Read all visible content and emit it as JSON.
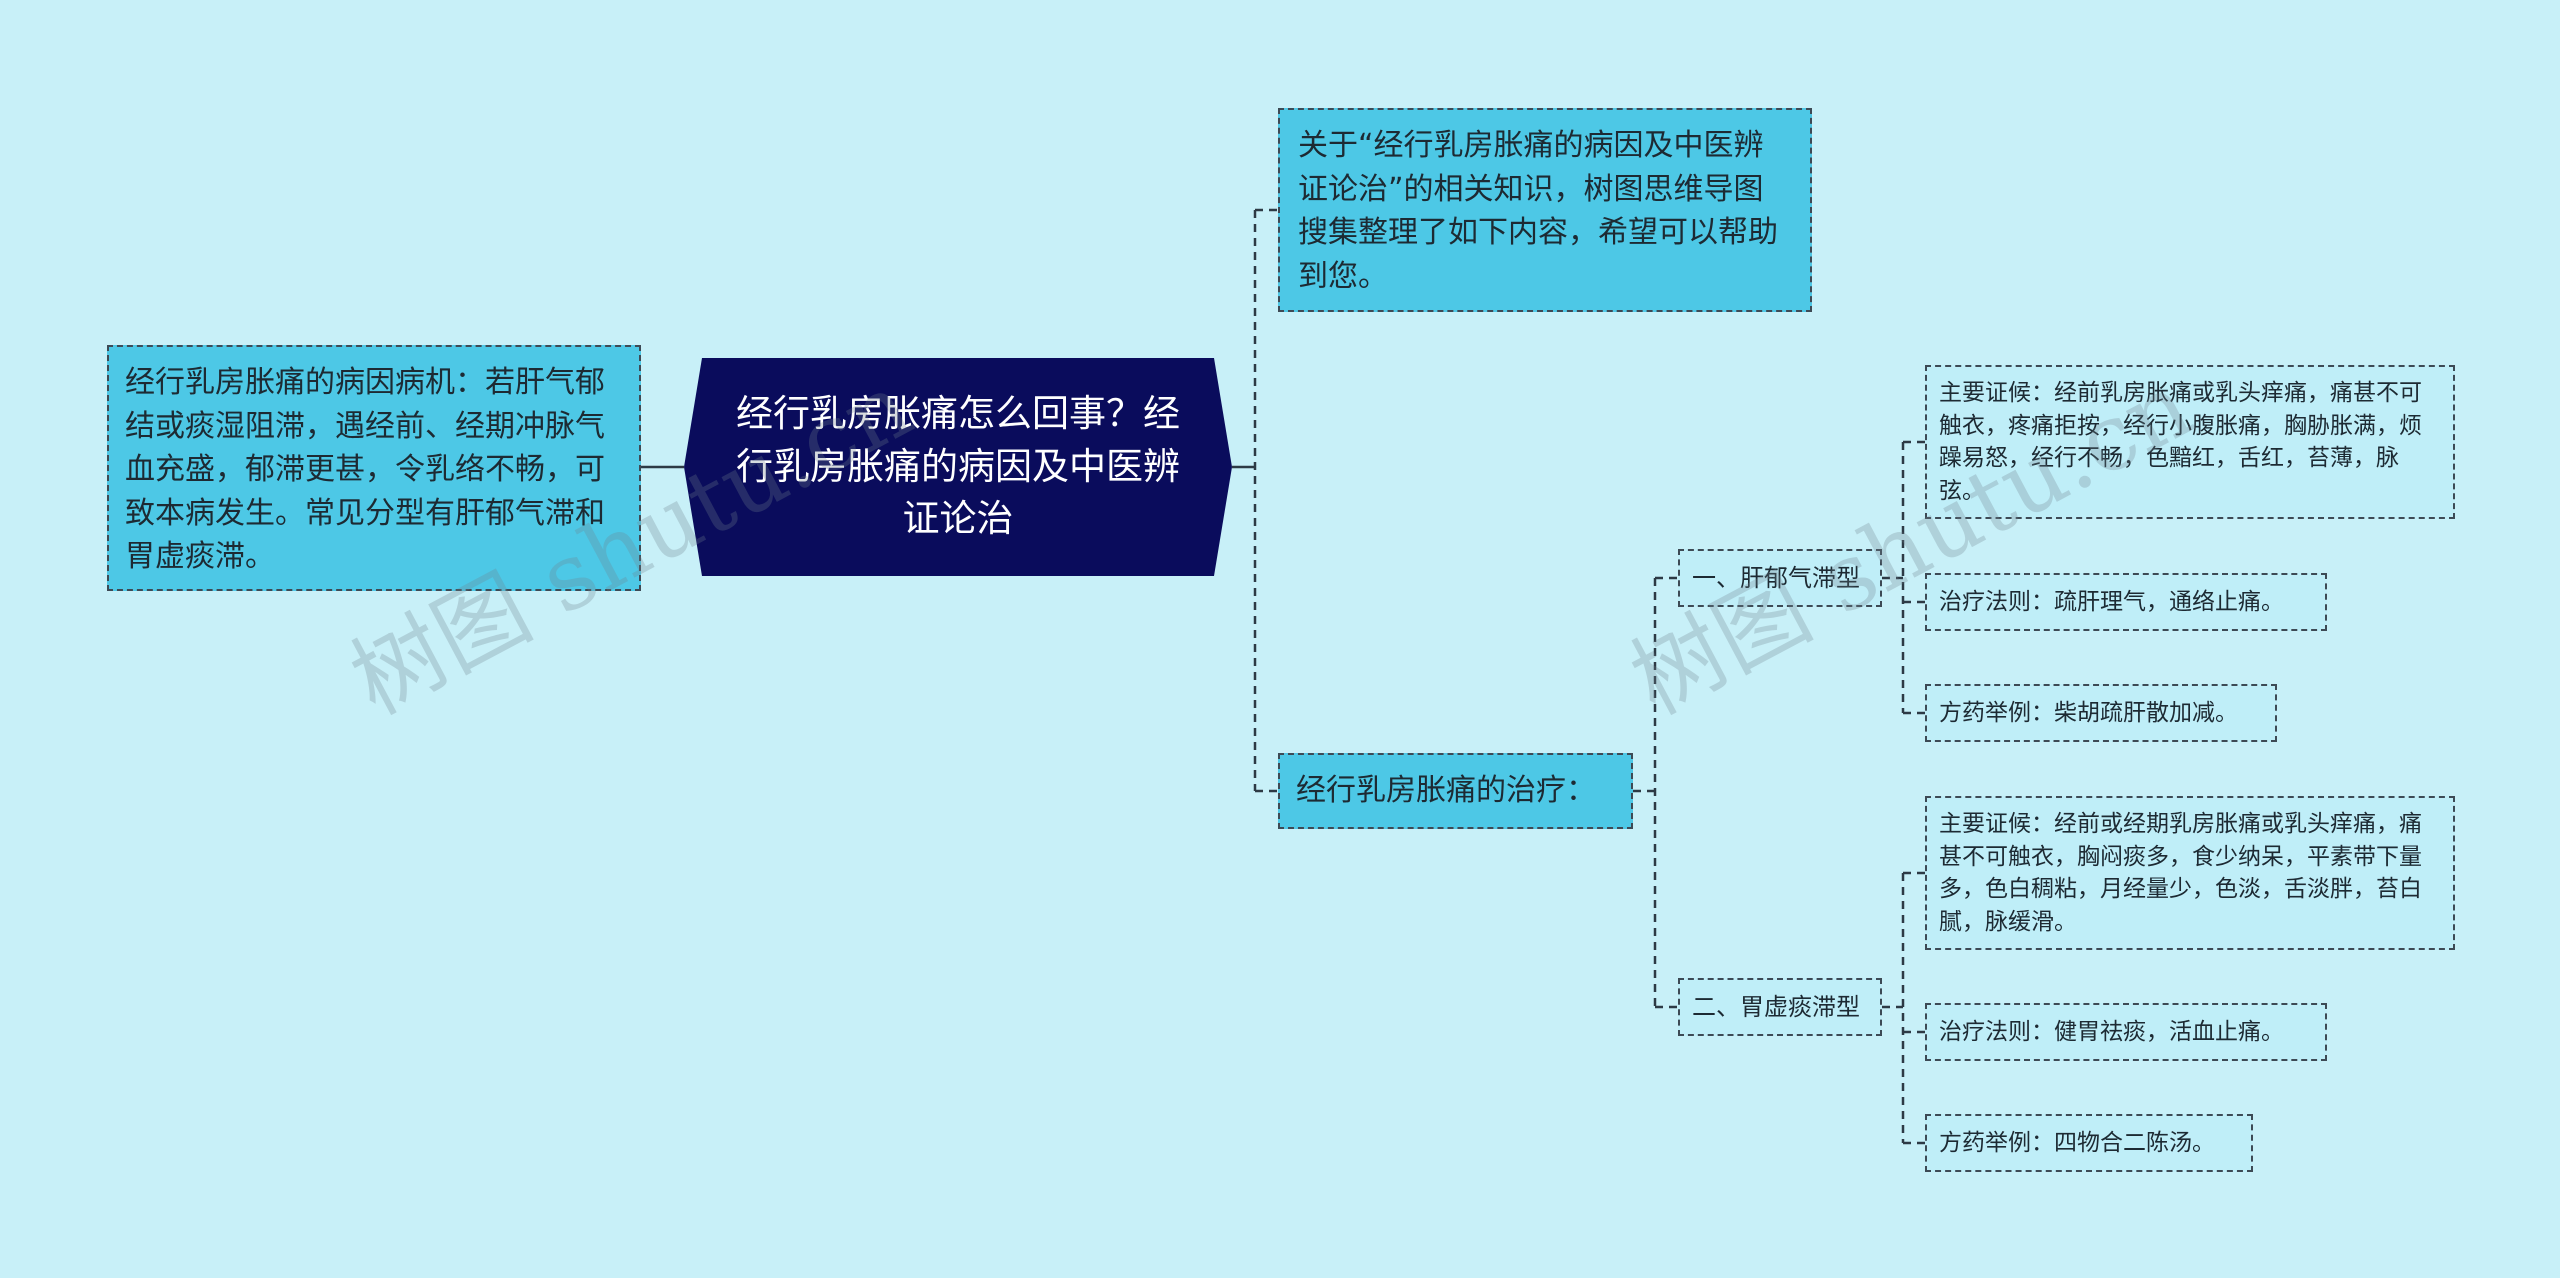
{
  "center": {
    "title": "经行乳房胀痛怎么回事？经行乳房胀痛的病因及中医辨证论治"
  },
  "intro": {
    "text": "关于“经行乳房胀痛的病因及中医辨证论治”的相关知识，树图思维导图搜集整理了如下内容，希望可以帮助到您。"
  },
  "cause": {
    "text": "经行乳房胀痛的病因病机：若肝气郁结或痰湿阻滞，遇经前、经期冲脉气血充盛，郁滞更甚，令乳络不畅，可致本病发生。常见分型有肝郁气滞和胃虚痰滞。"
  },
  "treatment": {
    "label": "经行乳房胀痛的治疗：",
    "types": [
      {
        "label": "一、肝郁气滞型",
        "items": [
          "主要证候：经前乳房胀痛或乳头痒痛，痛甚不可触衣，疼痛拒按，经行小腹胀痛，胸胁胀满，烦躁易怒，经行不畅，色黯红，舌红，苔薄，脉弦。",
          "治疗法则：疏肝理气，通络止痛。",
          "方药举例：柴胡疏肝散加减。"
        ]
      },
      {
        "label": "二、胃虚痰滞型",
        "items": [
          "主要证候：经前或经期乳房胀痛或乳头痒痛，痛甚不可触衣，胸闷痰多，食少纳呆，平素带下量多，色白稠粘，月经量少，色淡，舌淡胖，苔白腻，脉缓滑。",
          "治疗法则：健胃祛痰，活血止痛。",
          "方药举例：四物合二陈汤。"
        ]
      }
    ]
  },
  "watermark": "树图 shutu.cn",
  "colors": {
    "background": "#c8f0f8",
    "center_fill": "#0a0c5c",
    "primary_node": "#4dc8e6",
    "secondary_node": "#bfeef8",
    "line": "#2d3a45"
  }
}
